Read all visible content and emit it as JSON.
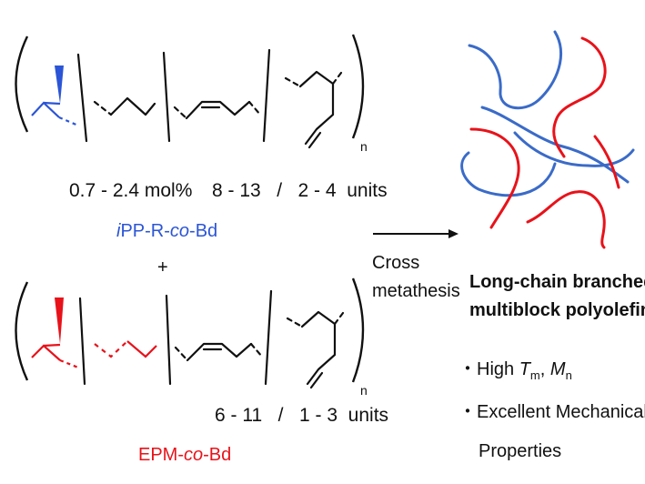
{
  "top_polymer": {
    "composition": "0.7 - 2.4 mol%",
    "units": "8 - 13   /   2 - 4  units",
    "subscript": "n",
    "name_prefix": "i",
    "name_main": "PP-R-",
    "name_co": "co",
    "name_suffix": "-Bd",
    "color": "#2b55d6"
  },
  "plus": "+",
  "bottom_polymer": {
    "units": "6 - 11   /   1 - 3  units",
    "subscript": "n",
    "name_main": "EPM-",
    "name_co": "co",
    "name_suffix": "-Bd",
    "color": "#e8121a"
  },
  "reaction": {
    "line1": "Cross",
    "line2": "metathesis"
  },
  "product": {
    "title_line1": "Long-chain branched",
    "title_line2": "multiblock polyolefin",
    "bullet1_prefix": "・High ",
    "bullet1_T": "T",
    "bullet1_Tsub": "m",
    "bullet1_sep": ", ",
    "bullet1_M": "M",
    "bullet1_Msub": "n",
    "bullet2": "・Excellent Mechanical",
    "bullet3": "Properties",
    "red_color": "#e8121a",
    "blue_color": "#3a6bc8"
  }
}
